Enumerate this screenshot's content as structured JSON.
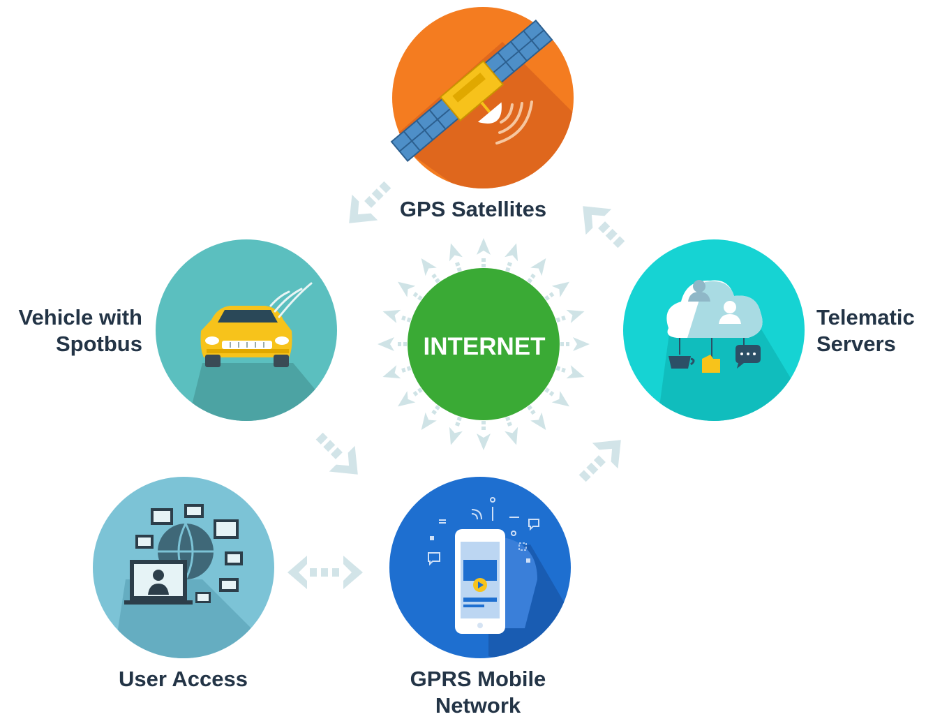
{
  "nodes": {
    "gps": {
      "label_line1": "GPS Satellites"
    },
    "vehicle": {
      "label_line1": "Vehicle with",
      "label_line2": "Spotbus"
    },
    "telematic": {
      "label_line1": "Telematic",
      "label_line2": "Servers"
    },
    "user": {
      "label_line1": "User Access"
    },
    "gprs": {
      "label_line1": "GPRS Mobile",
      "label_line2": "Network"
    },
    "internet": {
      "label": "INTERNET"
    }
  },
  "colors": {
    "gps_circle": "#f47c20",
    "vehicle_circle": "#5bbfbf",
    "telematic_circle": "#16d3d3",
    "user_circle": "#7cc3d6",
    "gprs_circle": "#1e6fd0",
    "internet_circle": "#3aaa35",
    "arrow": "#cfe3e6",
    "label_text": "#233446"
  },
  "icons": {
    "gps": "satellite-icon",
    "vehicle": "car-icon",
    "telematic": "cloud-users-icon",
    "user": "globe-computers-icon",
    "gprs": "smartphone-icon"
  }
}
